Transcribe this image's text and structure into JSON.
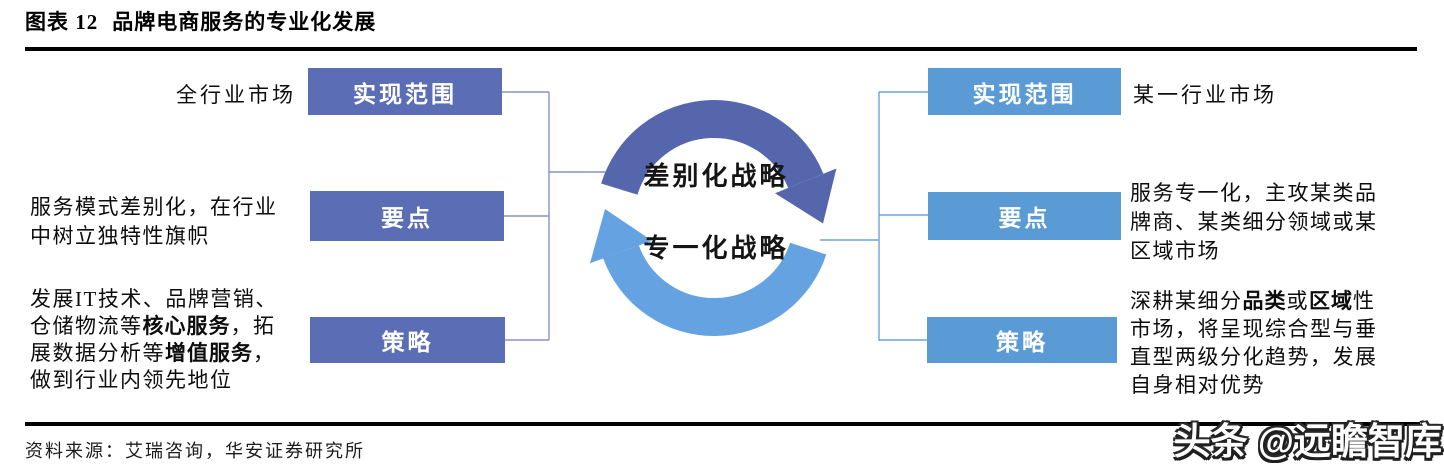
{
  "header": {
    "figure_label": "图表 12",
    "title": "品牌电商服务的专业化发展"
  },
  "left_panel": {
    "rows": [
      {
        "box_label": "实现范围",
        "lines": [
          [
            {
              "t": "全行业市场"
            }
          ]
        ]
      },
      {
        "box_label": "要点",
        "lines": [
          [
            {
              "t": "服务模式差别化，在行业"
            }
          ],
          [
            {
              "t": "中树立独特性旗帜"
            }
          ]
        ]
      },
      {
        "box_label": "策略",
        "lines": [
          [
            {
              "t": "发展IT技术、品牌营销、"
            }
          ],
          [
            {
              "t": "仓储物流等"
            },
            {
              "t": "核心服务",
              "b": true
            },
            {
              "t": "，拓"
            }
          ],
          [
            {
              "t": "展数据分析等"
            },
            {
              "t": "增值服务",
              "b": true
            },
            {
              "t": "，"
            }
          ],
          [
            {
              "t": "做到行业内领先地位"
            }
          ]
        ]
      }
    ]
  },
  "right_panel": {
    "rows": [
      {
        "box_label": "实现范围",
        "lines": [
          [
            {
              "t": "某一行业市场"
            }
          ]
        ]
      },
      {
        "box_label": "要点",
        "lines": [
          [
            {
              "t": "服务专一化，主攻某类品"
            }
          ],
          [
            {
              "t": "牌商、某类细分领域或某"
            }
          ],
          [
            {
              "t": "区域市场"
            }
          ]
        ]
      },
      {
        "box_label": "策略",
        "lines": [
          [
            {
              "t": "深耕某细分"
            },
            {
              "t": "品类",
              "b": true
            },
            {
              "t": "或"
            },
            {
              "t": "区域",
              "b": true
            },
            {
              "t": "性"
            }
          ],
          [
            {
              "t": "市场，将呈现综合型与垂"
            }
          ],
          [
            {
              "t": "直型两级分化趋势，发展"
            }
          ],
          [
            {
              "t": "自身相对优势"
            }
          ]
        ]
      }
    ]
  },
  "cycle": {
    "top_label": "差别化战略",
    "bottom_label": "专一化战略"
  },
  "footer": {
    "source": "资料来源：艾瑞咨询，华安证券研究所",
    "watermark": "头条 @远瞻智库"
  },
  "colors": {
    "left_box": "#5b6eb5",
    "right_box": "#5b9bd5",
    "arc_dark": "#5566ad",
    "arc_light": "#64a2e1",
    "connector_left": "#8593c5",
    "connector_right": "#6fa3dc"
  }
}
